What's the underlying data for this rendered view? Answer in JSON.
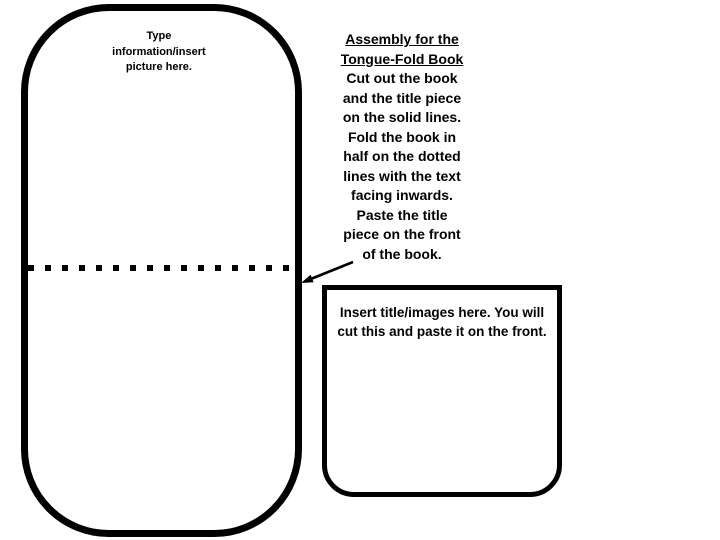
{
  "page": {
    "background_color": "#ffffff",
    "ink_color": "#000000"
  },
  "book_panel": {
    "placeholder_lines": [
      "Type",
      "information/insert",
      "picture here."
    ]
  },
  "fold_line": {
    "style": "dotted"
  },
  "instructions": {
    "title_lines": [
      "Assembly for the",
      "Tongue-Fold Book"
    ],
    "body_lines": [
      "Cut out the book",
      "and the title piece",
      "on the solid lines.",
      "Fold the book in",
      "half on the dotted",
      "lines with the text",
      "facing inwards.",
      "Paste the title",
      "piece on the front",
      "of the book."
    ]
  },
  "title_piece": {
    "placeholder_lines": [
      "Insert title/images here. You will",
      "cut this and paste it on the front."
    ]
  }
}
